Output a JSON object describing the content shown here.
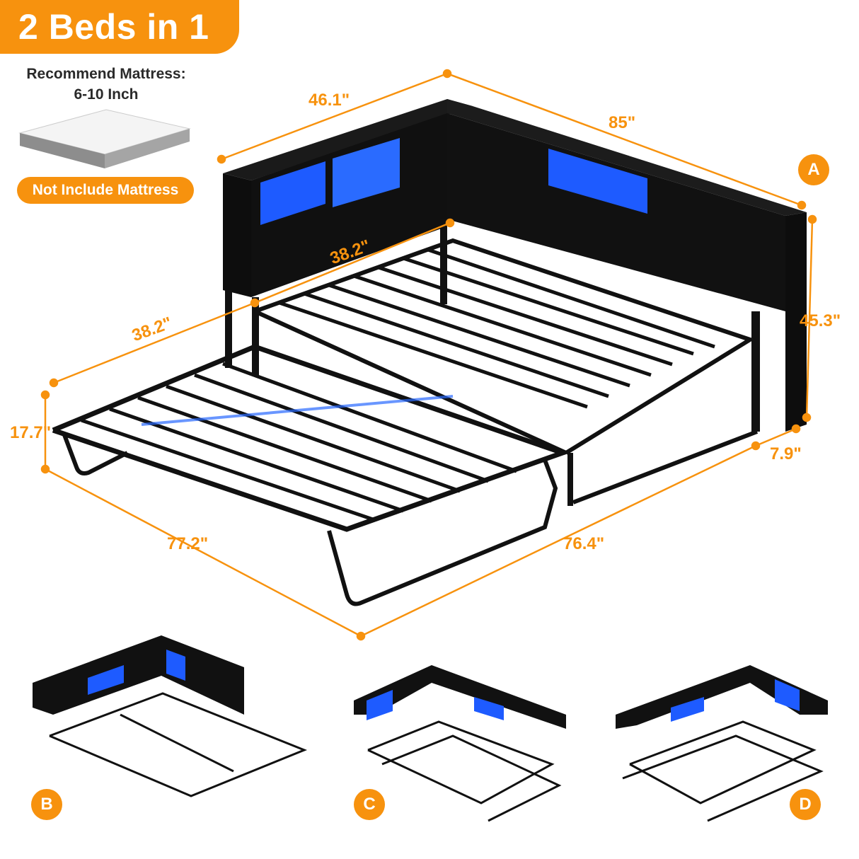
{
  "header": {
    "title": "2 Beds in 1",
    "recommend_line1": "Recommend Mattress:",
    "recommend_line2": "6-10 Inch",
    "not_included": "Not Include Mattress"
  },
  "dimensions": {
    "headboard_side_length": "46.1\"",
    "headboard_long_length": "85\"",
    "inner_width_top": "38.2\"",
    "trundle_width": "38.2\"",
    "height": "45.3\"",
    "trundle_height": "17.7\"",
    "depth": "7.9\"",
    "trundle_length": "77.2\"",
    "bed_length": "76.4\""
  },
  "configurations": [
    {
      "label": "A"
    },
    {
      "label": "B"
    },
    {
      "label": "C"
    },
    {
      "label": "D"
    }
  ],
  "colors": {
    "accent": "#F7920E",
    "frame": "#111111",
    "led_blue": "#1E5BFF",
    "text_dark": "#2a2a2a"
  }
}
